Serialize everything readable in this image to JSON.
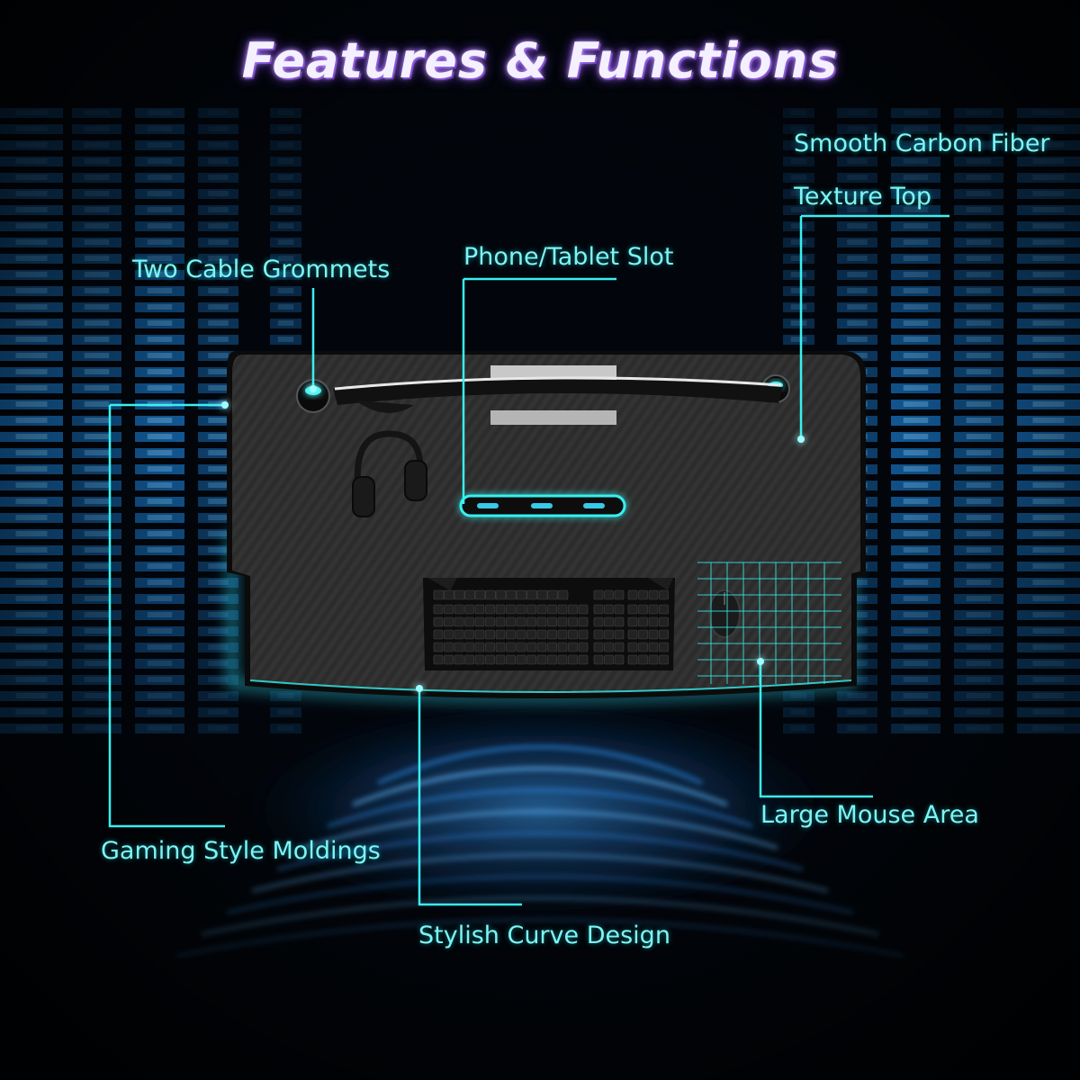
{
  "title": "Features & Functions",
  "labels": {
    "carbon_fiber_line1": "Smooth Carbon Fiber",
    "carbon_fiber_line2": "Texture Top",
    "cable_grommets": "Two Cable Grommets",
    "phone_slot": "Phone/Tablet Slot",
    "gaming_moldings": "Gaming Style Moldings",
    "mouse_area": "Large Mouse Area",
    "curve_design": "Stylish Curve Design"
  },
  "colors": {
    "accent": "#38f0f0",
    "label_text": "#7ff3f3",
    "background": "#02060c",
    "glow_blue": "#1a7fd6",
    "desk_surface": "#2b2b2b"
  }
}
